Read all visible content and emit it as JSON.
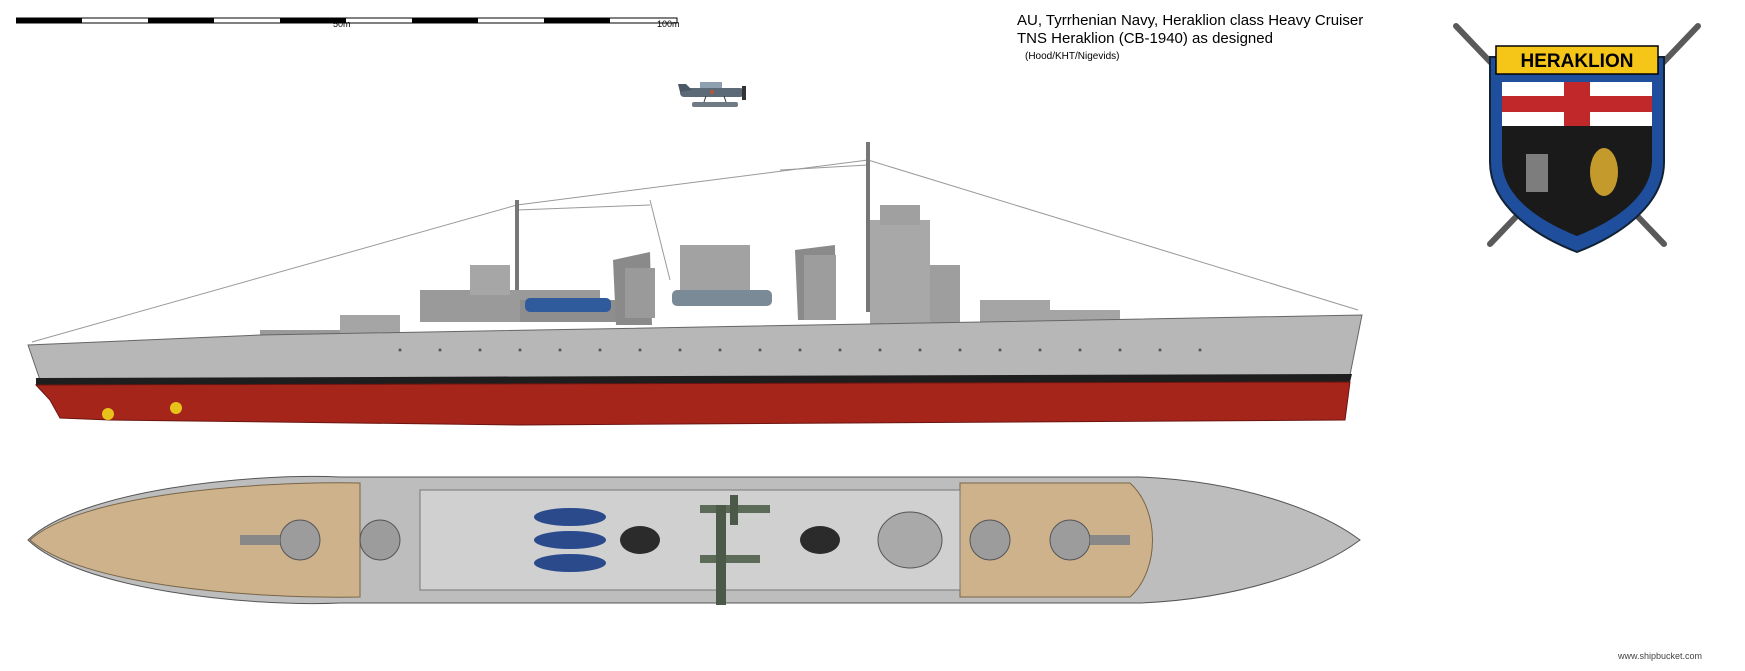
{
  "scale": {
    "mid_label": "50m",
    "end_label": "100m"
  },
  "header": {
    "line1": "AU, Tyrrhenian Navy, Heraklion class Heavy Cruiser",
    "line2": "TNS Heraklion (CB-1940) as designed",
    "credits": "(Hood/KHT/Nigevids)"
  },
  "crest": {
    "banner": "HERAKLION"
  },
  "footer": {
    "watermark": "www.shipbucket.com"
  },
  "colors": {
    "hull_grey": "#b7b7b7",
    "hull_red": "#a5251b",
    "deck_wood": "#cdb28c",
    "crest_blue": "#1f4e9c",
    "banner_yellow": "#f5c518"
  }
}
